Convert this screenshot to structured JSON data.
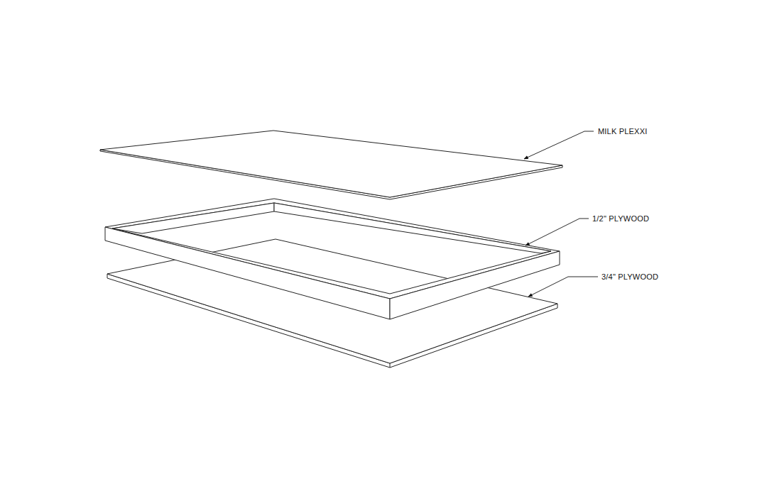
{
  "diagram": {
    "labels": [
      "MILK PLEXXI",
      "1/2\" PLYWOOD",
      "3/4\" PLYWOOD"
    ]
  }
}
